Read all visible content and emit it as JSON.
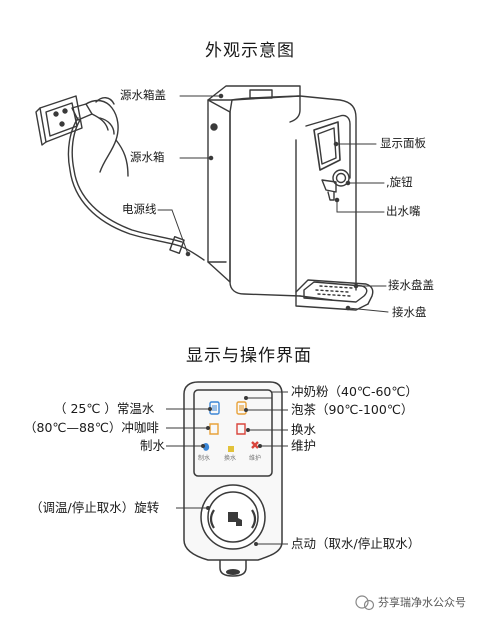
{
  "diagram": {
    "top_title": "外观示意图",
    "bottom_title": "显示与操作界面",
    "top_labels": {
      "tank_lid": "源水箱盖",
      "tank": "源水箱",
      "power_cord": "电源线",
      "display_panel": "显示面板",
      "knob": ",旋钮",
      "spout": "出水嘴",
      "drip_tray_cover": "接水盘盖",
      "drip_tray": "接水盘"
    },
    "bottom_labels": {
      "room_temp": "（ 25℃ ）常温水",
      "coffee": "（80℃—88℃）冲咖啡",
      "make_water": "制水",
      "milk": "冲奶粉（40℃-60℃）",
      "tea": "泡茶（90℃-100℃）",
      "change_water": "换水",
      "maintenance": "维护",
      "knob_action": "（调温/停止取水）旋转",
      "press_action": "点动（取水/停止取水）"
    },
    "panel_texts": {
      "btn1": "制水",
      "btn2": "换水",
      "btn3": "维护"
    },
    "watermark": "芬享瑞净水公众号"
  },
  "colors": {
    "outline": "#3a3a3a",
    "accent_blue": "#3b86d6",
    "accent_orange": "#e8a23a",
    "accent_red": "#d9453c",
    "accent_yellow": "#e2c23a"
  }
}
